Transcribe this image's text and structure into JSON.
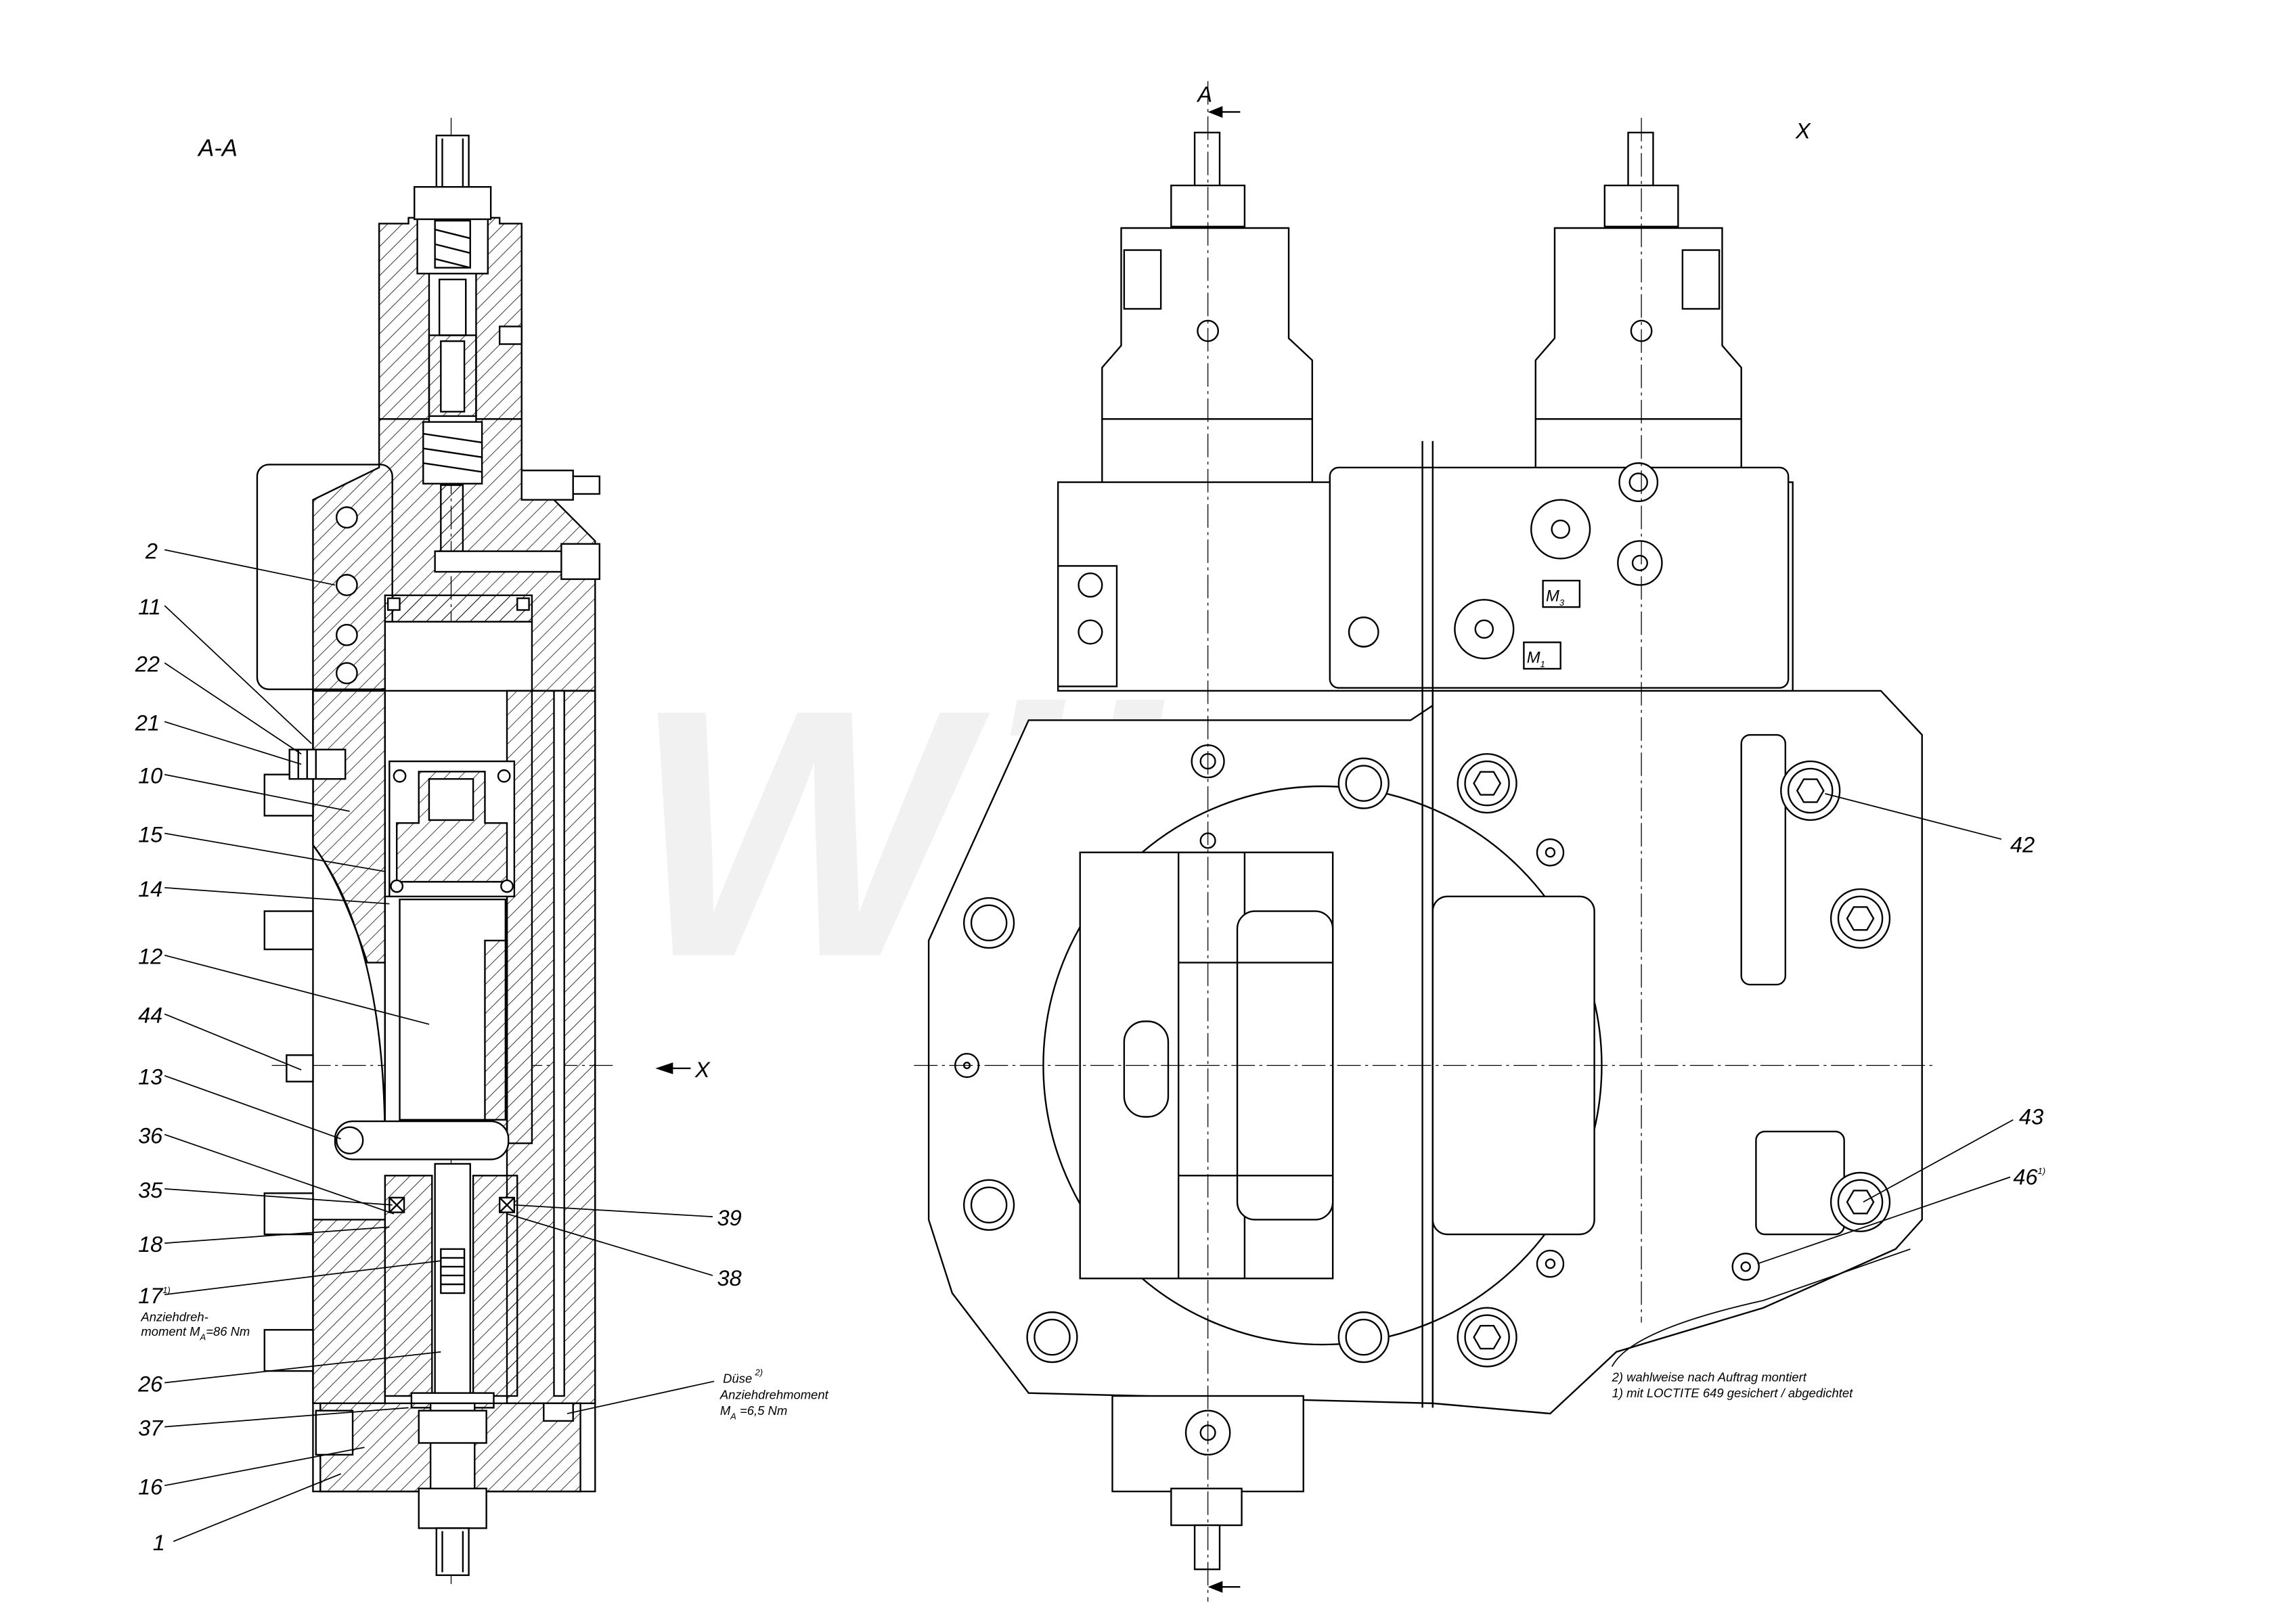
{
  "drawing": {
    "background": "#ffffff",
    "line_color": "#000000",
    "watermark": "Wibako",
    "left_view": {
      "section_label": "A-A",
      "view_arrow_label": "X",
      "parts": {
        "p2": "2",
        "p11": "11",
        "p22": "22",
        "p21": "21",
        "p10": "10",
        "p15": "15",
        "p14": "14",
        "p12": "12",
        "p44": "44",
        "p13": "13",
        "p36": "36",
        "p35": "35",
        "p18": "18",
        "p17": "17",
        "p17_sup": "1)",
        "p26": "26",
        "p37": "37",
        "p16": "16",
        "p1": "1",
        "p39": "39",
        "p38": "38"
      },
      "torque_note": {
        "line1": "Anziehdreh-",
        "line2_prefix": "moment M",
        "line2_sub": "A",
        "line2_value": "=86 Nm"
      },
      "nozzle_note": {
        "label": "Düse",
        "label_sup": "2)",
        "line2": "Anziehdrehmoment",
        "line3_prefix": "M",
        "line3_sub": "A",
        "line3_value": " =6,5 Nm"
      }
    },
    "right_view": {
      "section_arrow_label": "A",
      "view_label": "X",
      "ports": {
        "m3_prefix": "M",
        "m3_sub": "3",
        "m1_prefix": "M",
        "m1_sub": "1"
      },
      "parts": {
        "p42": "42",
        "p43": "43",
        "p46": "46",
        "p46_sup": "1)"
      },
      "footnotes": [
        "2) wahlweise nach Auftrag montiert",
        "1) mit LOCTITE 649 gesichert / abgedichtet"
      ]
    }
  }
}
